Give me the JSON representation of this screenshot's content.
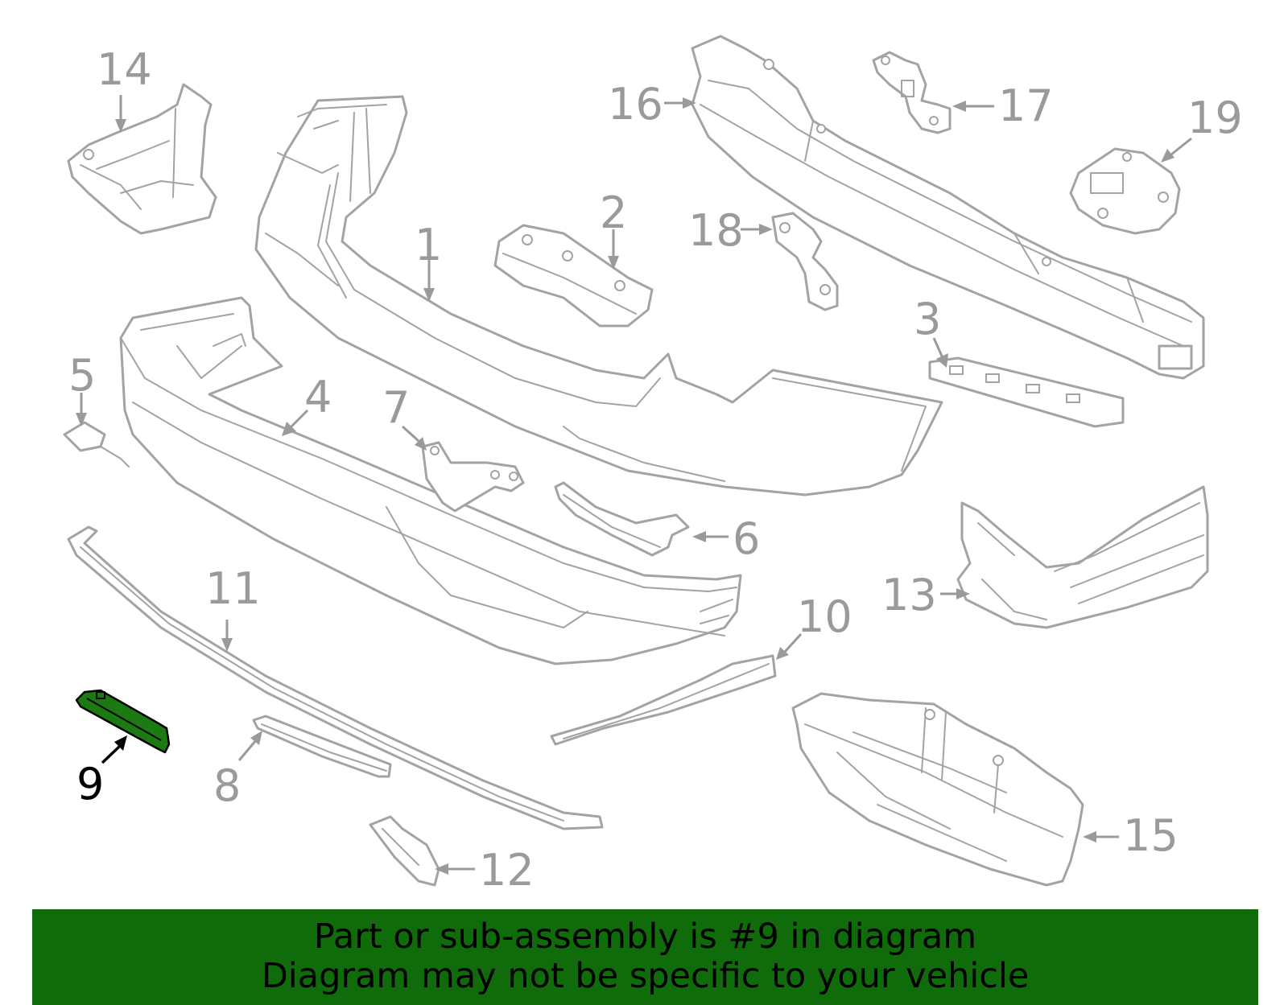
{
  "diagram": {
    "callouts": [
      {
        "id": "1",
        "label": "1"
      },
      {
        "id": "2",
        "label": "2"
      },
      {
        "id": "3",
        "label": "3"
      },
      {
        "id": "4",
        "label": "4"
      },
      {
        "id": "5",
        "label": "5"
      },
      {
        "id": "6",
        "label": "6"
      },
      {
        "id": "7",
        "label": "7"
      },
      {
        "id": "8",
        "label": "8"
      },
      {
        "id": "9",
        "label": "9"
      },
      {
        "id": "10",
        "label": "10"
      },
      {
        "id": "11",
        "label": "11"
      },
      {
        "id": "12",
        "label": "12"
      },
      {
        "id": "13",
        "label": "13"
      },
      {
        "id": "14",
        "label": "14"
      },
      {
        "id": "15",
        "label": "15"
      },
      {
        "id": "16",
        "label": "16"
      },
      {
        "id": "17",
        "label": "17"
      },
      {
        "id": "18",
        "label": "18"
      },
      {
        "id": "19",
        "label": "19"
      }
    ],
    "highlighted_part": "9",
    "colors": {
      "line_art": "#a3a3a3",
      "callout_text": "#9a9a9a",
      "highlight_fill": "#1b7a12",
      "highlight_text": "#000000",
      "banner_background": "#106c0a"
    }
  },
  "banner": {
    "line1": "Part or sub-assembly is #9 in diagram",
    "line2": "Diagram may not be specific to your vehicle"
  }
}
